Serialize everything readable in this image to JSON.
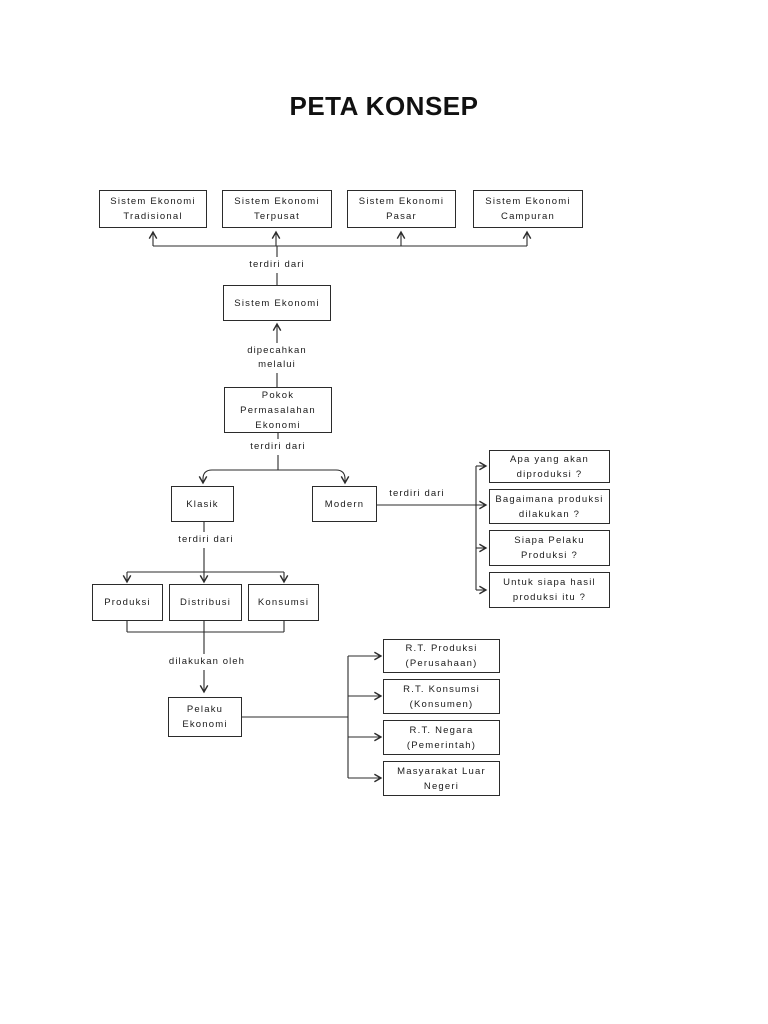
{
  "title": "PETA KONSEP",
  "diagram": {
    "nodes": {
      "sistem_ekonomi_tradisional": "Sistem Ekonomi\nTradisional",
      "sistem_ekonomi_terpusat": "Sistem Ekonomi\nTerpusat",
      "sistem_ekonomi_pasar": "Sistem Ekonomi\nPasar",
      "sistem_ekonomi_campuran": "Sistem Ekonomi\nCampuran",
      "sistem_ekonomi": "Sistem Ekonomi",
      "pokok_permasalahan": "Pokok\nPermasalahan\nEkonomi",
      "klasik": "Klasik",
      "modern": "Modern",
      "q_apa": "Apa yang akan\ndiproduksi ?",
      "q_bagaimana": "Bagaimana produksi\ndilakukan ?",
      "q_siapa": "Siapa Pelaku\nProduksi ?",
      "q_untuk_siapa": "Untuk siapa hasil\nproduksi itu ?",
      "produksi": "Produksi",
      "distribusi": "Distribusi",
      "konsumsi": "Konsumsi",
      "pelaku_ekonomi": "Pelaku\nEkonomi",
      "rt_produksi": "R.T. Produksi\n(Perusahaan)",
      "rt_konsumsi": "R.T. Konsumsi\n(Konsumen)",
      "rt_negara": "R.T. Negara\n(Pemerintah)",
      "masyarakat_luar_negeri": "Masyarakat Luar\nNegeri"
    },
    "edge_labels": {
      "terdiri_dari_sistem": "terdiri dari",
      "dipecahkan_melalui": "dipecahkan\nmelalui",
      "terdiri_dari_pokok": "terdiri dari",
      "terdiri_dari_modern": "terdiri dari",
      "terdiri_dari_klasik": "terdiri dari",
      "dilakukan_oleh": "dilakukan oleh"
    },
    "colors": {
      "line": "#2b2b2b",
      "text": "#1a1a1a",
      "background": "#ffffff"
    }
  }
}
